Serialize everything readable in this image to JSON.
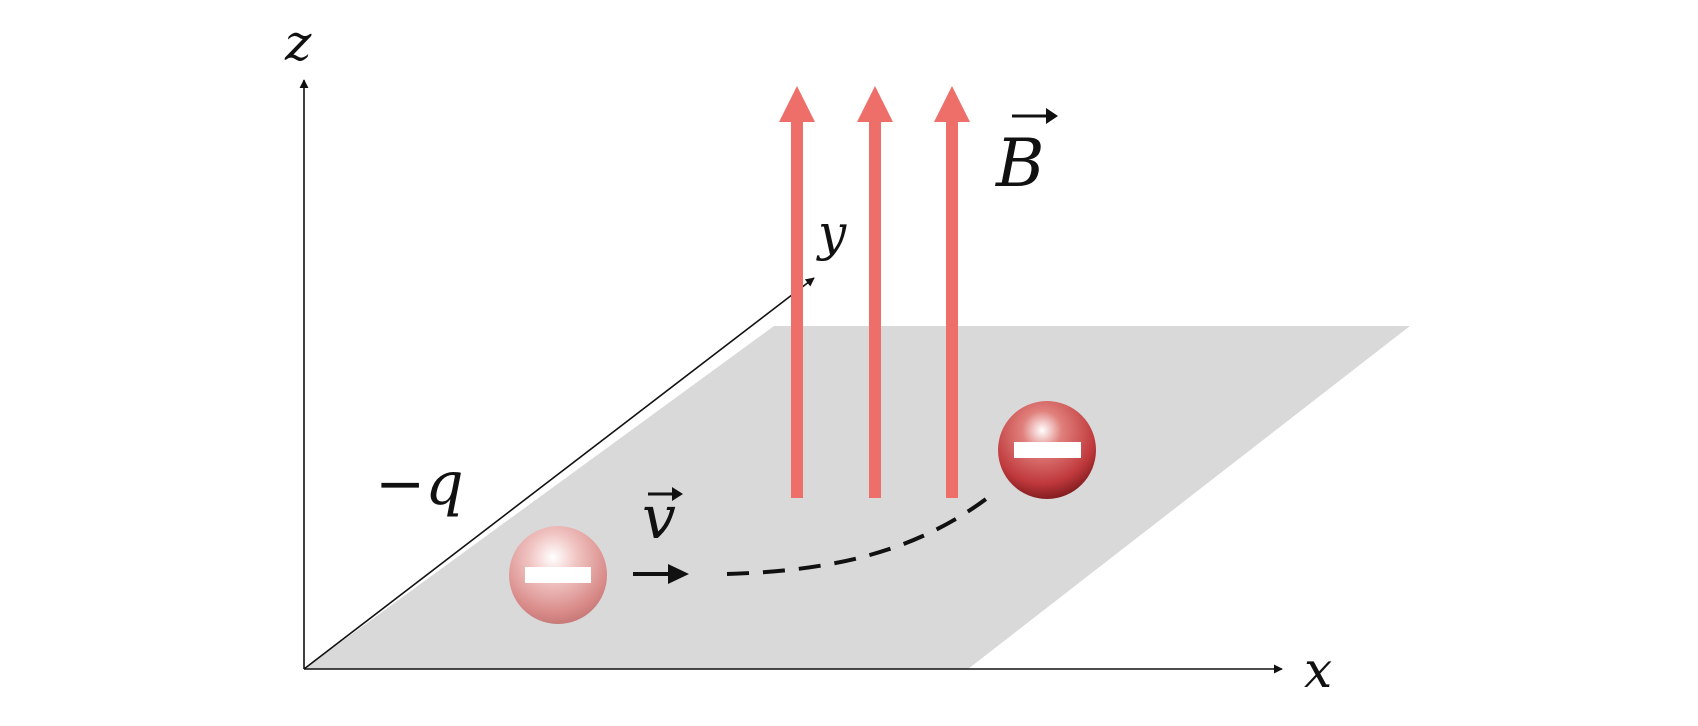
{
  "labels": {
    "z_axis": "z",
    "y_axis": "y",
    "x_axis": "x",
    "field": "B",
    "velocity": "v",
    "charge": "−q"
  },
  "colors": {
    "plane": "#d9d9d9",
    "field_lines": "#ee6e6a",
    "charge_body": "#d9474a",
    "charge_highlight": "#ffffff",
    "axes": "#111111",
    "path": "#111111"
  },
  "icons": {
    "charge": "negative-charge-sphere-icon",
    "field_arrow": "up-arrow-icon",
    "velocity_arrow": "right-arrow-icon"
  }
}
